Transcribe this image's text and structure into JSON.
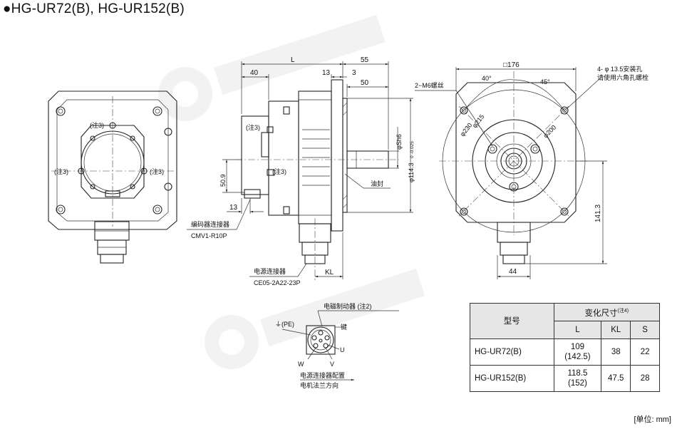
{
  "title": "●HG-UR72(B), HG-UR152(B)",
  "labels": {
    "note3": "(注3)",
    "dim_L": "L",
    "dim_55": "55",
    "dim_40": "40",
    "dim_13a": "13",
    "dim_3": "3",
    "dim_50": "50",
    "dim_50_9": "50.9",
    "dim_13b": "13",
    "dim_KL": "KL",
    "shaft_dia": "φSh6",
    "flange_dia": "φ114.3",
    "flange_tol": "0 -0.025",
    "oil_seal": "油封",
    "encoder_connector": "编码器连接器",
    "encoder_connector_model": "CMV1-R10P",
    "power_connector": "电源连接器",
    "power_connector_model": "CE05-2A22-23P",
    "square": "□176",
    "mount_holes_1": "4- φ 13.5安装孔",
    "mount_holes_2": "请使用六角孔螺栓",
    "m6": "2−M6螺丝",
    "ang_40": "40°",
    "ang_45": "45°",
    "dia_215": "φ215",
    "dia_230": "φ230",
    "dia_200": "φ200",
    "dim_141_3": "141.3",
    "dim_44": "44",
    "brake": "电磁制动器 (注2)",
    "key": "键",
    "pe": "⏚(PE)",
    "pin_U": "U",
    "pin_V": "V",
    "pin_W": "W",
    "connector_layout_1": "电源连接器配置",
    "connector_layout_2": "电机法兰方向"
  },
  "table": {
    "model_header": "型号",
    "dims_header": "变化尺寸",
    "dims_note": "(注4)",
    "col_L": "L",
    "col_KL": "KL",
    "col_S": "S",
    "rows": [
      {
        "model": "HG-UR72(B)",
        "L1": "109",
        "L2": "(142.5)",
        "KL": "38",
        "S": "22"
      },
      {
        "model": "HG-UR152(B)",
        "L1": "118.5",
        "L2": "(152)",
        "KL": "47.5",
        "S": "28"
      }
    ]
  },
  "unit": "[单位: mm]",
  "colors": {
    "line": "#222222",
    "table_header": "#e6e6e6",
    "watermark": "#9a9a9a"
  }
}
